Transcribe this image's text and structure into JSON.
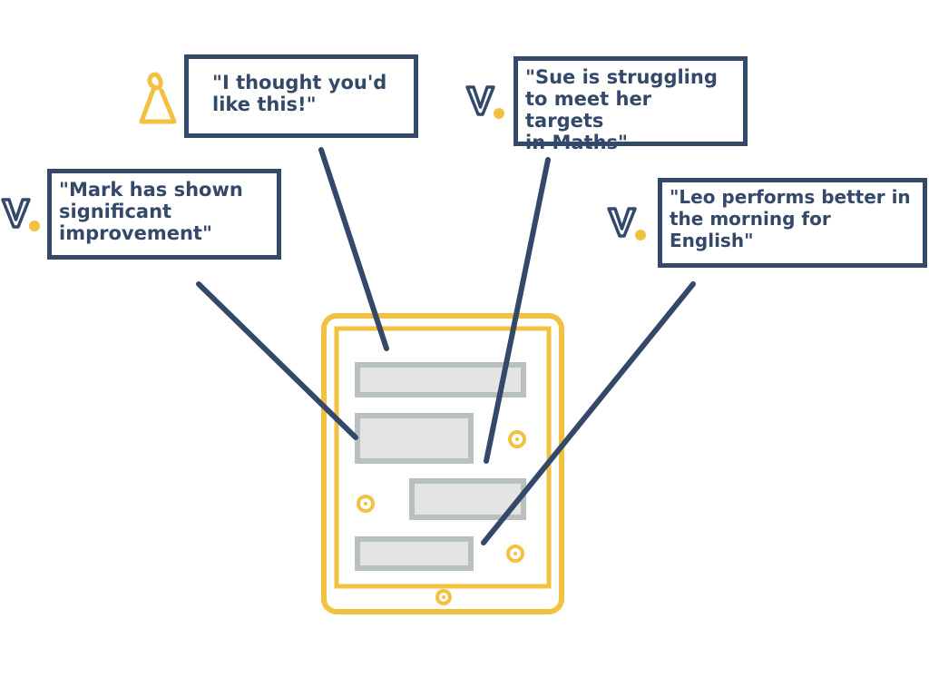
{
  "quotes": {
    "parent": "\"I thought you'd\nlike this!\"",
    "sue": "\"Sue is struggling\nto meet her targets\nin Maths\"",
    "mark": "\"Mark has shown\nsignificant\nimprovement\"",
    "leo": "\"Leo performs better in\nthe morning for\nEnglish\""
  },
  "colors": {
    "navy": "#34496a",
    "yellow": "#f2c141",
    "bar_fill": "#e4e4e4",
    "bar_stroke": "#b9c1bf"
  },
  "icons": {
    "parent": "person-icon",
    "teacher": "v-logo-icon"
  }
}
